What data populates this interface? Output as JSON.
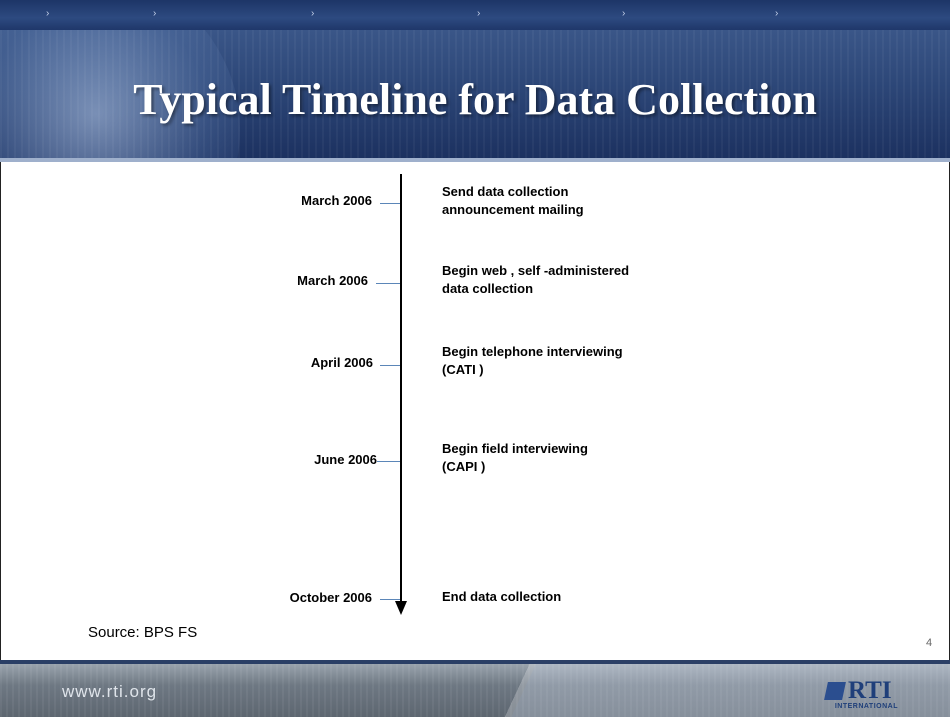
{
  "slide": {
    "title": "Typical Timeline for Data Collection",
    "source": "Source:  BPS FS",
    "page_number": "4",
    "url": "www.rti.org"
  },
  "logo": {
    "name": "RTI",
    "subtitle": "INTERNATIONAL"
  },
  "timeline": [
    {
      "date": "March  2006",
      "event_lines": [
        "Send data collection",
        "announcement mailing"
      ]
    },
    {
      "date": "March  2006",
      "event_lines": [
        "Begin web  , self -administered",
        "data collection"
      ]
    },
    {
      "date": "April  2006",
      "event_lines": [
        "Begin telephone interviewing",
        "(CATI )"
      ]
    },
    {
      "date": "June 2006",
      "event_lines": [
        "Begin field interviewing",
        "(CAPI )"
      ]
    },
    {
      "date": "October  2006",
      "event_lines": [
        "End data collection"
      ]
    }
  ],
  "colors": {
    "header_blue": "#2c4677",
    "tick_blue": "#5b86b8",
    "footer_gray": "#6e7883"
  }
}
